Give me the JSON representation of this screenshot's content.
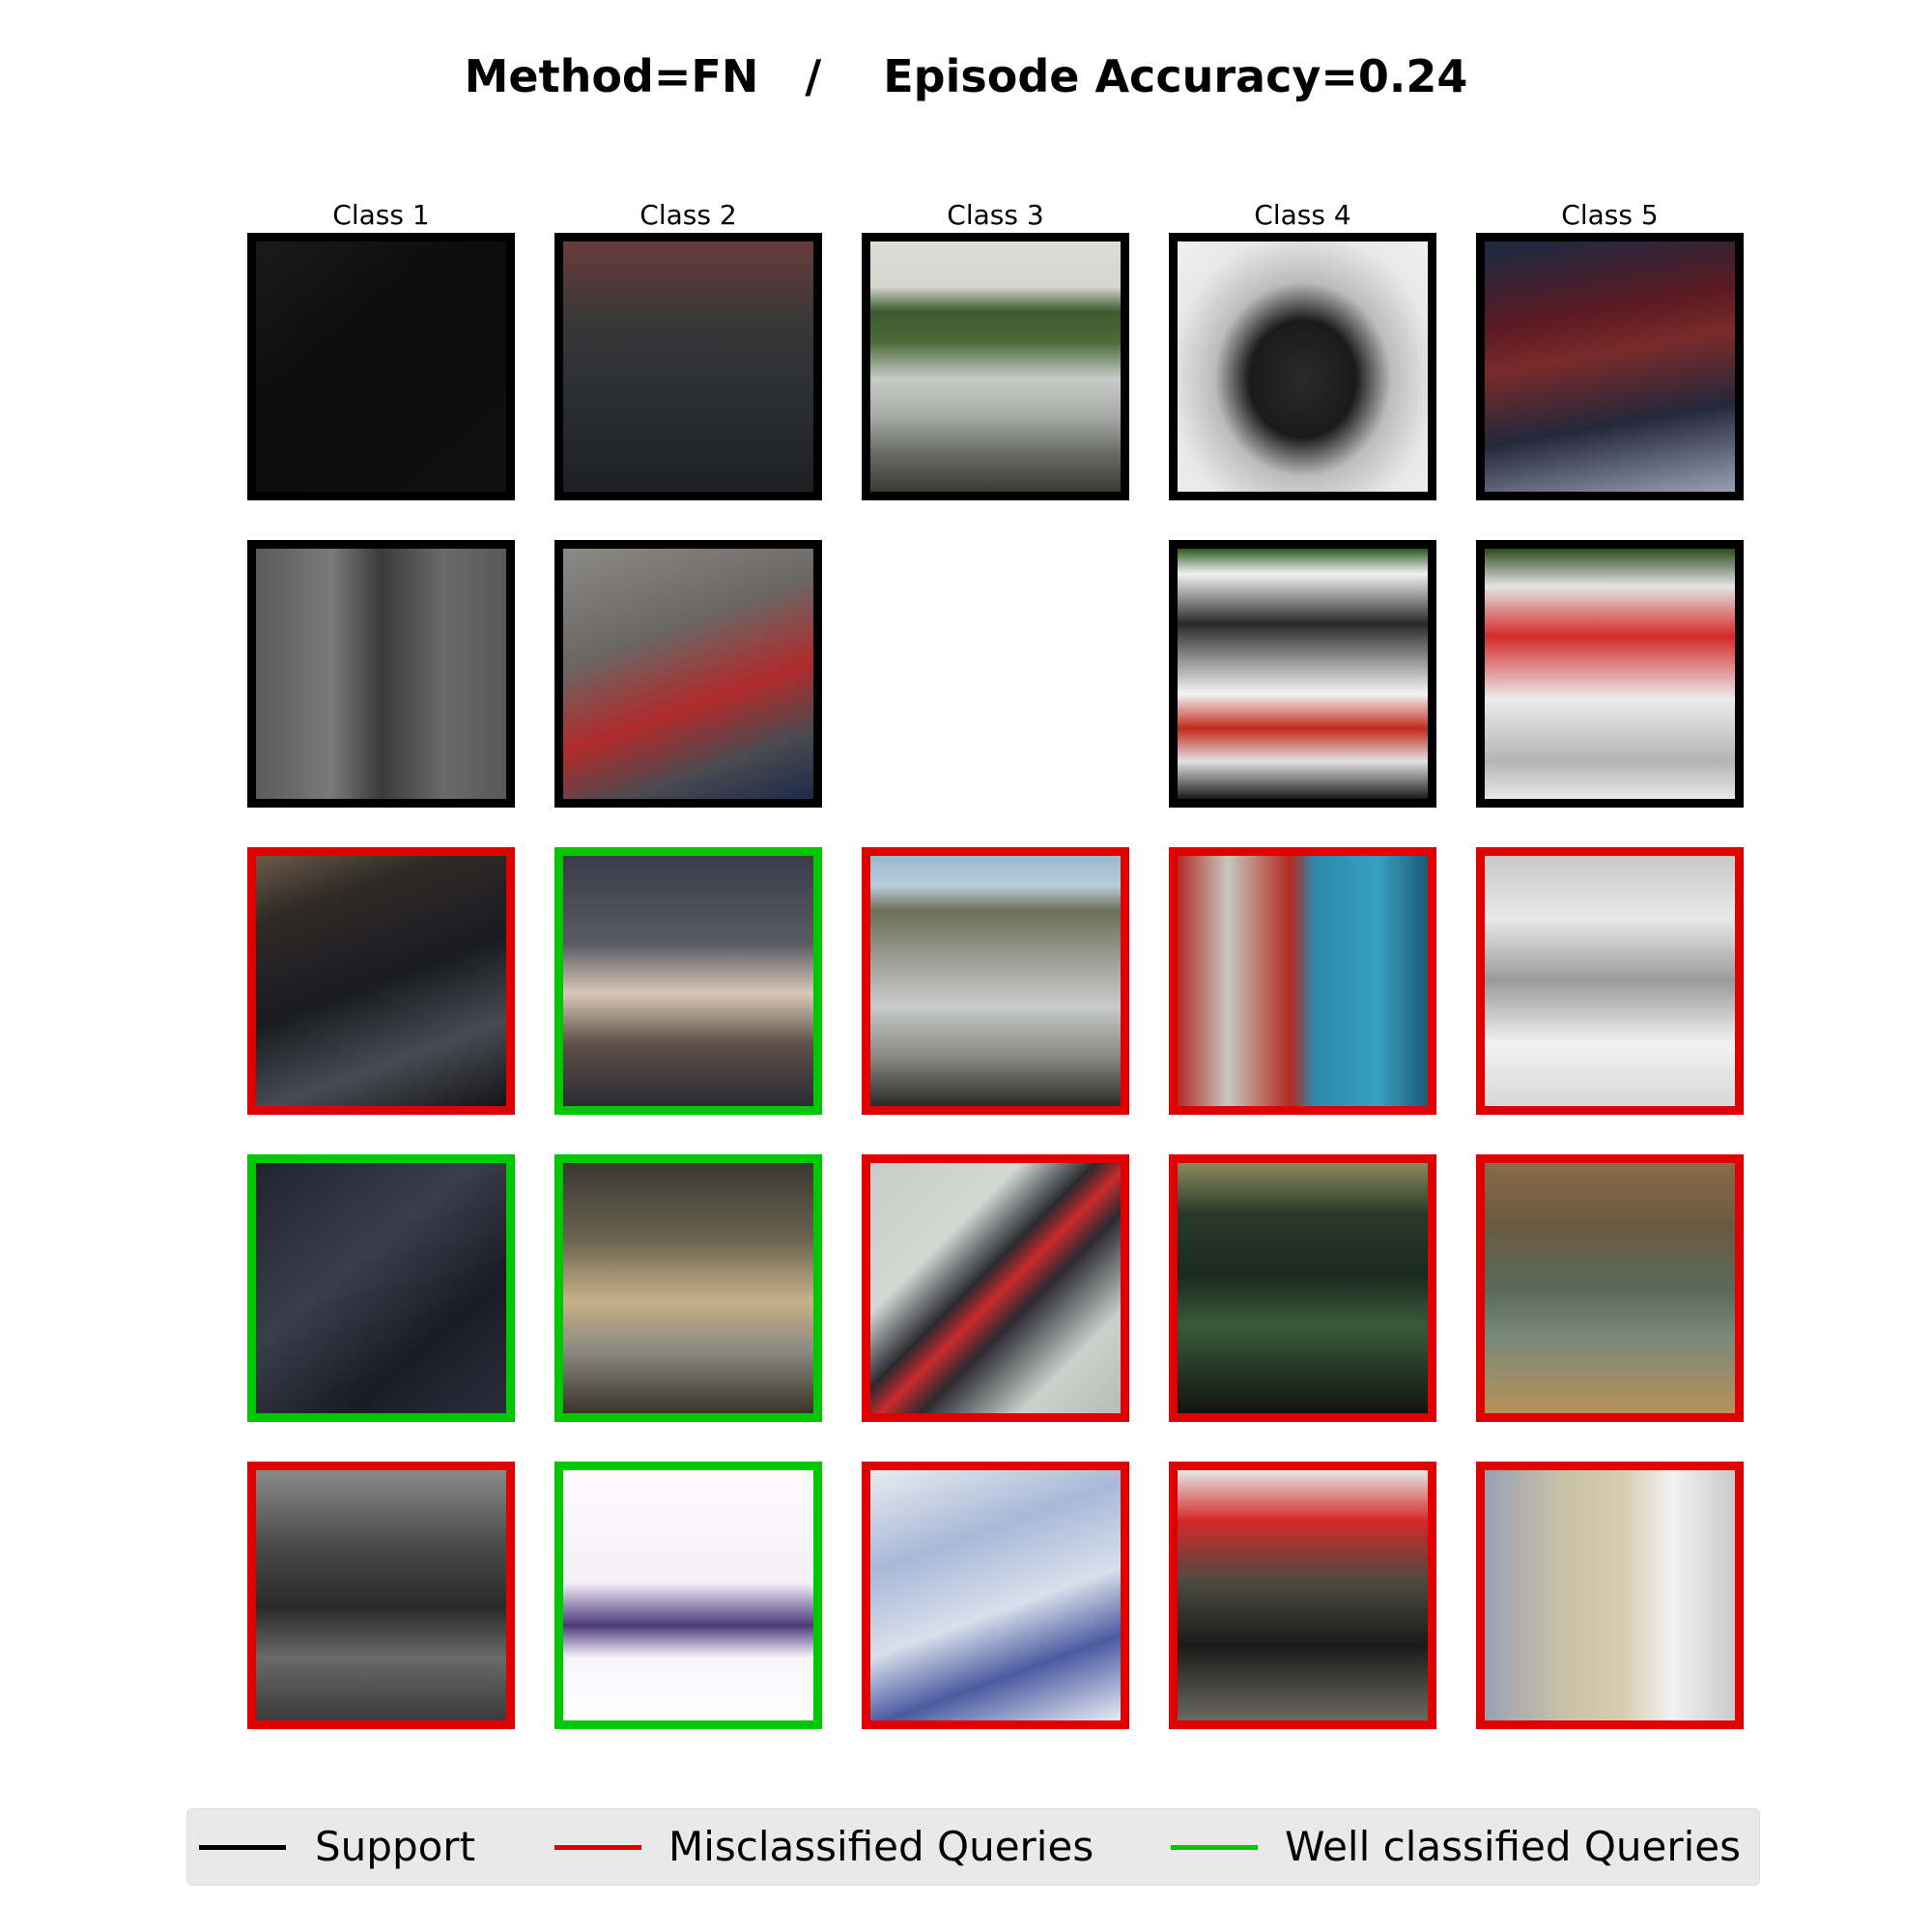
{
  "title": "Method=FN   /    Episode Accuracy=0.24",
  "columns": [
    "Class 1",
    "Class 2",
    "Class 3",
    "Class 4",
    "Class 5"
  ],
  "grid": {
    "support_rows": [
      [
        "support",
        "support",
        "support",
        "support",
        "support"
      ],
      [
        "support",
        "support",
        "",
        "support",
        "support"
      ]
    ],
    "query_rows": [
      [
        "misclassified",
        "well_classified",
        "misclassified",
        "misclassified",
        "misclassified"
      ],
      [
        "well_classified",
        "well_classified",
        "misclassified",
        "misclassified",
        "misclassified"
      ],
      [
        "misclassified",
        "well_classified",
        "misclassified",
        "misclassified",
        "misclassified"
      ]
    ]
  },
  "legend": {
    "support_label": "Support",
    "misclassified_label": "Misclassified Queries",
    "well_label": "Well classified Queries"
  },
  "colors": {
    "support": "#000000",
    "misclassified": "#e00000",
    "well_classified": "#00c800"
  }
}
